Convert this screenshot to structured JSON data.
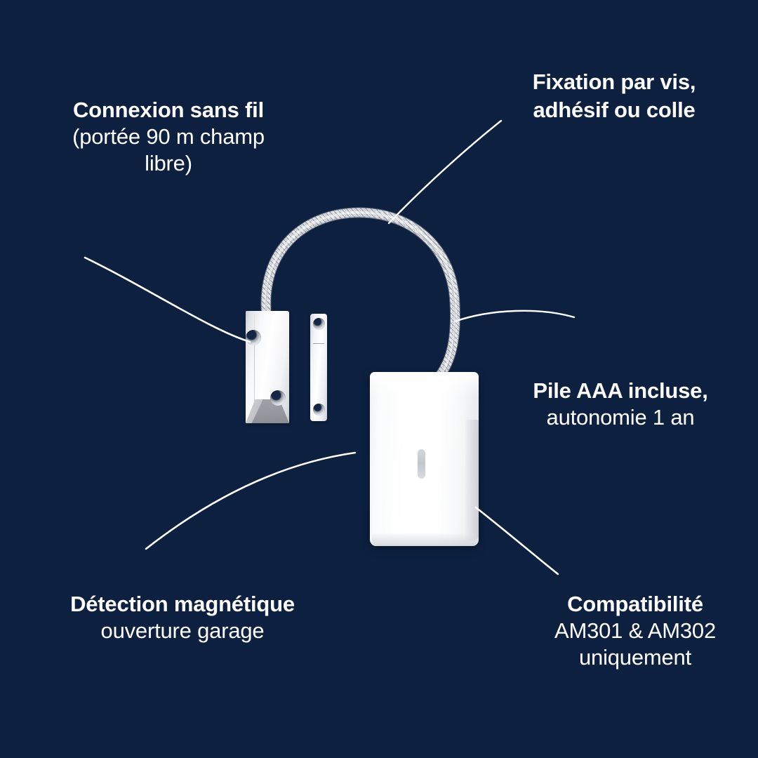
{
  "background_color": "#0d2040",
  "text_color": "#ffffff",
  "callouts": [
    {
      "id": "wireless",
      "head": "Connexion sans fil",
      "sub_lines": [
        "(portée 90 m champ",
        "libre)"
      ]
    },
    {
      "id": "mounting",
      "head_lines": [
        "Fixation par vis,",
        "adhésif ou colle"
      ],
      "sub_lines": []
    },
    {
      "id": "battery",
      "head": "Pile AAA incluse,",
      "sub_lines": [
        "autonomie 1 an"
      ]
    },
    {
      "id": "detection",
      "head": "Détection magnétique",
      "sub_lines": [
        "ouverture garage"
      ]
    },
    {
      "id": "compatibility",
      "head": "Compatibilité",
      "sub_lines": [
        "AM301 & AM302",
        "uniquement"
      ]
    }
  ],
  "wireless": {
    "head": "Connexion sans fil",
    "sub1": "(portée 90 m champ",
    "sub2": "libre)"
  },
  "mounting": {
    "head1": "Fixation par vis,",
    "head2": "adhésif ou colle"
  },
  "battery": {
    "head": "Pile AAA incluse,",
    "sub1": "autonomie 1 an"
  },
  "detection": {
    "head": "Détection magnétique",
    "sub1": "ouverture garage"
  },
  "compatibility": {
    "head": "Compatibilité",
    "sub1": "AM301 & AM302",
    "sub2": "uniquement"
  },
  "product": {
    "name": "magnetic-garage-door-sensor",
    "parts": [
      "sensor-body",
      "magnet-bar",
      "armored-flexible-conduit",
      "transmitter-box"
    ],
    "colors": {
      "device_white": "#ffffff",
      "device_shadow": "#c2c5ca",
      "metal_conduit": "#d8dbdf",
      "base_taper": "#8e9197"
    }
  }
}
